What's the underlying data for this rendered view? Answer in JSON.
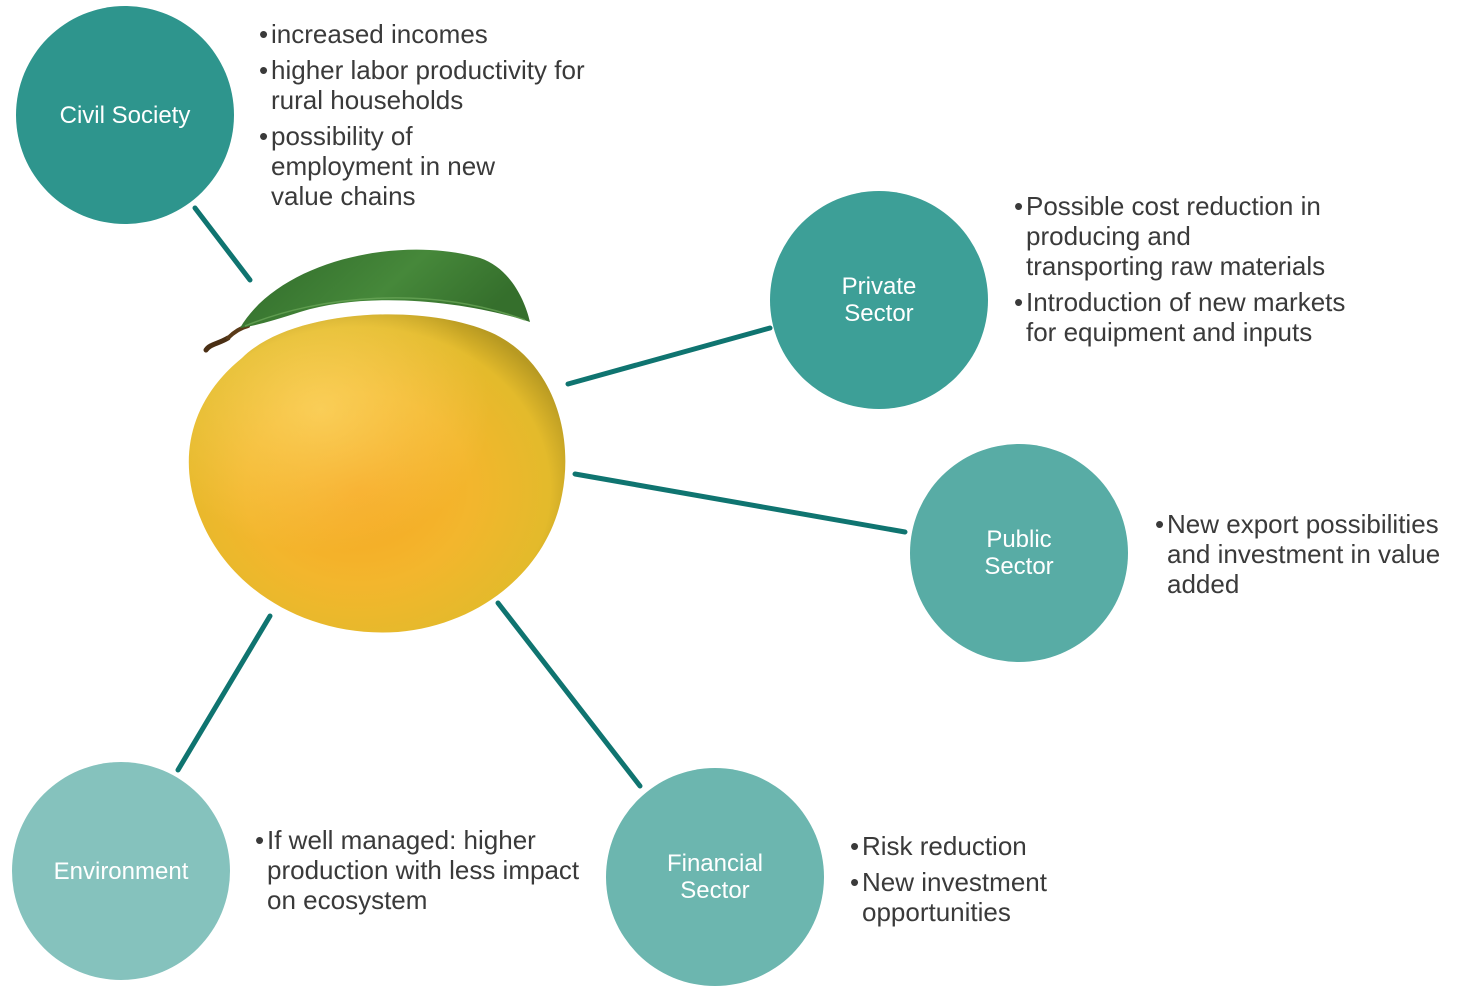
{
  "colors": {
    "connector": "#0f7470",
    "civil": "#2e958d",
    "private": "#3d9f97",
    "public": "#58aca5",
    "financial": "#6cb6af",
    "environment": "#85c2bd",
    "text": "#3a3a3a"
  },
  "center": {
    "icon": "mango-fruit-icon"
  },
  "nodes": {
    "civil_society": {
      "label": "Civil Society",
      "bullets": [
        "increased incomes",
        "higher labor productivity for rural households",
        "possibility of employment in new value chains"
      ]
    },
    "private_sector": {
      "label_line1": "Private",
      "label_line2": "Sector",
      "bullets": [
        "Possible cost reduction in producing and transporting raw materials",
        "Introduction of new markets for equipment and inputs"
      ]
    },
    "public_sector": {
      "label_line1": "Public",
      "label_line2": "Sector",
      "bullets": [
        "New export possibilities and investment in value added"
      ]
    },
    "financial_sector": {
      "label_line1": "Financial",
      "label_line2": "Sector",
      "bullets": [
        "Risk reduction",
        "New investment opportunities"
      ]
    },
    "environment": {
      "label": "Environment",
      "bullets": [
        "If well managed: higher production with less impact on ecosystem"
      ]
    }
  }
}
